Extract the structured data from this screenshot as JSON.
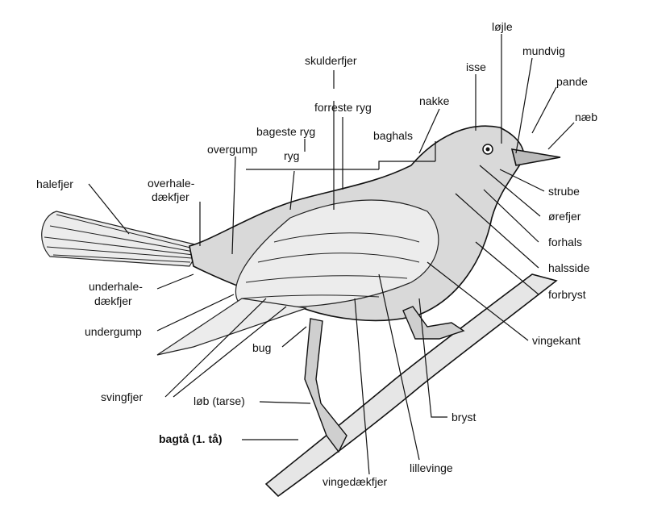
{
  "labels": {
    "skulderfjer": "skulderfjer",
    "forreste_ryg": "forreste ryg",
    "nakke": "nakke",
    "isse": "isse",
    "lojle": "løjle",
    "mundvig": "mundvig",
    "pande": "pande",
    "naeb": "næb",
    "bageste_ryg": "bageste ryg",
    "ryg": "ryg",
    "baghals": "baghals",
    "overgump": "overgump",
    "halefjer": "halefjer",
    "overhaledaekfjer_1": "overhale-",
    "overhaledaekfjer_2": "dækfjer",
    "strube": "strube",
    "orefjer": "ørefjer",
    "forhals": "forhals",
    "halsside": "halsside",
    "forbryst": "forbryst",
    "underhaledaekfjer_1": "underhale-",
    "underhaledaekfjer_2": "dækfjer",
    "undergump": "undergump",
    "vingekant": "vingekant",
    "bug": "bug",
    "svingfjer": "svingfjer",
    "lob": "løb (tarse)",
    "bryst": "bryst",
    "bagta": "bagtå  (1. tå)",
    "lillevinge": "lillevinge",
    "vingedaekfjer": "vingedækfjer"
  }
}
